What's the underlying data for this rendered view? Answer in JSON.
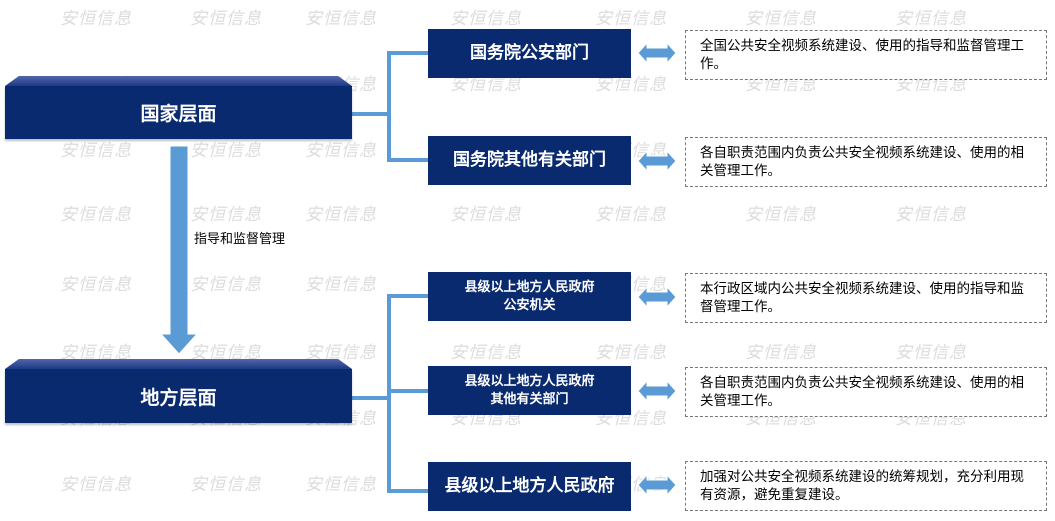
{
  "watermark_text": "安恒信息",
  "levels": {
    "national": "国家层面",
    "local": "地方层面"
  },
  "vertical_arrow_label": "指导和监督管理",
  "departments": [
    {
      "name": "国务院公安部门",
      "duty": "全国公共安全视频系统建设、使用的指导和监督管理工作。"
    },
    {
      "name": "国务院其他有关部门",
      "duty": "各自职责范围内负责公共安全视频系统建设、使用的相关管理工作。"
    },
    {
      "name_line1": "县级以上地方人民政府",
      "name_line2": "公安机关",
      "duty": "本行政区域内公共安全视频系统建设、使用的指导和监督管理工作。"
    },
    {
      "name_line1": "县级以上地方人民政府",
      "name_line2": "其他有关部门",
      "duty": "各自职责范围内负责公共安全视频系统建设、使用的相关管理工作。"
    },
    {
      "name": "县级以上地方人民政府",
      "duty": "加强对公共安全视频系统建设的统筹规划，充分利用现有资源，避免重复建设。"
    }
  ],
  "colors": {
    "box_fill": "#0a2a6f",
    "connector": "#5b9bd5",
    "watermark": "#dcdcdc"
  }
}
